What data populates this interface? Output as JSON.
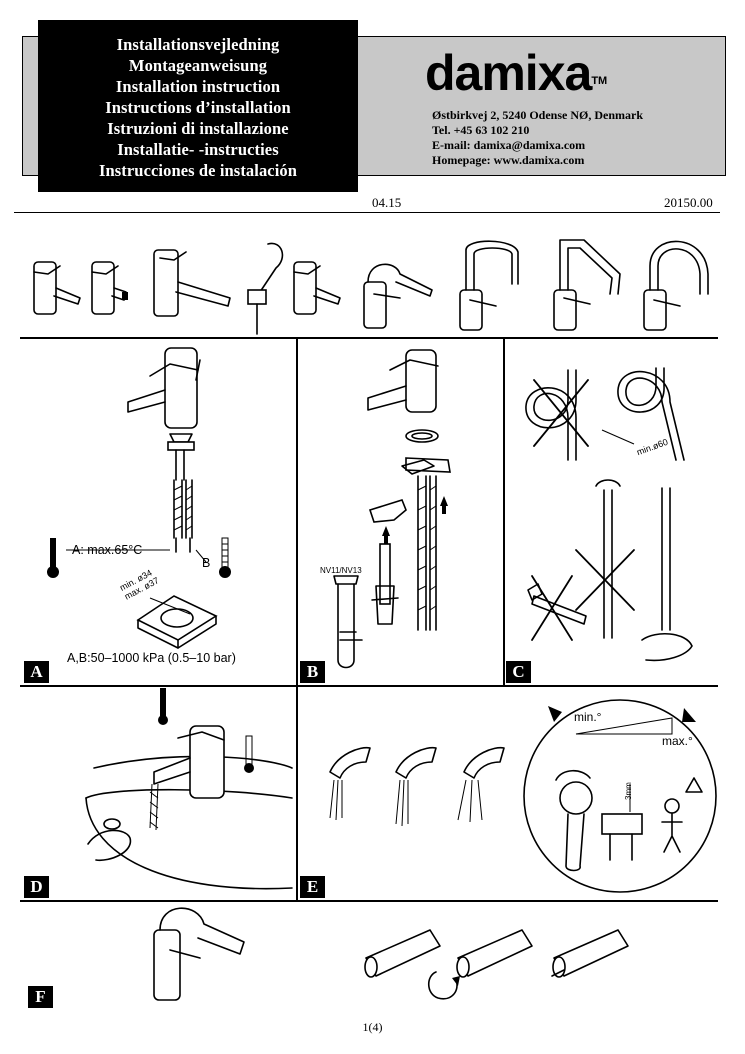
{
  "header": {
    "titles": [
      "Installationsvejledning",
      "Montageanweisung",
      "Installation instruction",
      "Instructions d’installation",
      "Istruzioni di installazione",
      "Installatie- -instructies",
      "Instrucciones de instalación"
    ],
    "brand": "damixa",
    "trademark": "TM",
    "address_lines": [
      "Østbirkvej 2, 5240 Odense NØ, Denmark",
      "Tel. +45 63 102 210",
      "E-mail: damixa@damixa.com",
      "Homepage: www.damixa.com"
    ],
    "date_code": "04.15",
    "doc_number": "20150.00"
  },
  "panels": {
    "a": {
      "label": "A",
      "temp_note": "A:  max.65°C",
      "cold_note": "B",
      "hole_min": "min. ø34",
      "hole_max": "max. ø37",
      "pressure": "A,B:50–1000 kPa (0.5–10 bar)"
    },
    "b": {
      "label": "B",
      "tool_note": "NV11/NV13"
    },
    "c": {
      "label": "C",
      "bend_note": "min.ø60"
    },
    "d": {
      "label": "D"
    },
    "e": {
      "label": "E",
      "min_note": "min.°",
      "max_note": "max.°",
      "gap_note": "3mm"
    },
    "f": {
      "label": "F"
    }
  },
  "footer": {
    "page": "1(4)"
  }
}
